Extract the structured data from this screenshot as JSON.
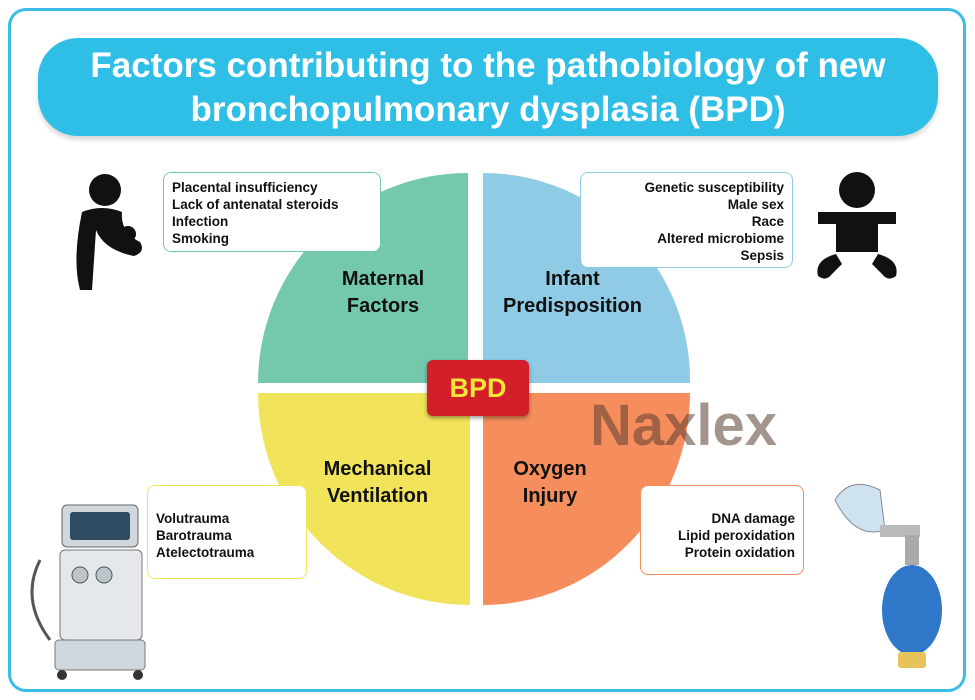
{
  "title": "Factors contributing to the pathobiology of new bronchopulmonary dysplasia (BPD)",
  "center": "BPD",
  "watermark": "Naxlex",
  "quadrants": [
    {
      "label_line1": "Maternal",
      "label_line2": "Factors",
      "color": "#74c8ae",
      "items": [
        "Placental insufficiency",
        "Lack of antenatal steroids",
        "Infection",
        "Smoking"
      ]
    },
    {
      "label_line1": "Infant",
      "label_line2": "Predisposition",
      "color": "#8fcbe5",
      "items": [
        "Genetic susceptibility",
        "Male sex",
        "Race",
        "Altered microbiome",
        "Sepsis"
      ]
    },
    {
      "label_line1": "Mechanical",
      "label_line2": "Ventilation",
      "color": "#f1e45a",
      "items": [
        "Volutrauma",
        "Barotrauma",
        "Atelectotrauma"
      ]
    },
    {
      "label_line1": "Oxygen",
      "label_line2": "Injury",
      "color": "#f58e5c",
      "items": [
        "DNA damage",
        "Lipid peroxidation",
        "Protein oxidation"
      ]
    }
  ]
}
